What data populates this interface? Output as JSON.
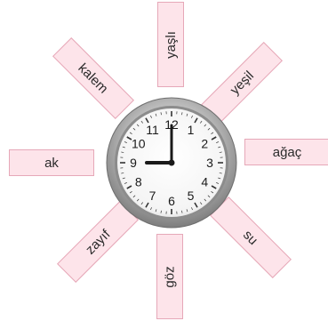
{
  "words": {
    "kalem": "kalem",
    "yasli": "yaşlı",
    "yesil": "yeşil",
    "agac": "ağaç",
    "ak": "ak",
    "su": "su",
    "goz": "göz",
    "zayif": "zayıf"
  },
  "clock": {
    "numbers": [
      "12",
      "1",
      "2",
      "3",
      "4",
      "5",
      "6",
      "7",
      "8",
      "9",
      "10",
      "11"
    ],
    "time": {
      "hour": 9,
      "minute": 0
    }
  },
  "colors": {
    "card_fill": "#fde4ea",
    "card_border": "#e6a8b8",
    "clock_rim": "#a8a8a8",
    "clock_face": "#ffffff",
    "hand": "#1a1a1a"
  }
}
